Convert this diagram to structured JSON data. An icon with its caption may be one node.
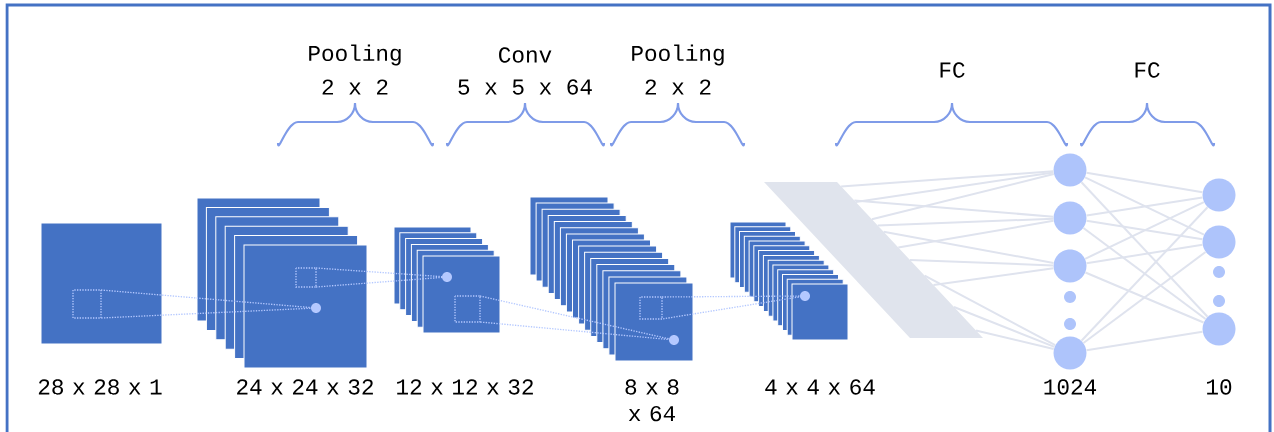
{
  "diagram": {
    "nodes": [
      {
        "text": [],
        "shape": "parallelogram"
      },
      {
        "text": [],
        "shape": "circle"
      },
      {
        "text": [],
        "shape": "circle"
      },
      {
        "text": [],
        "shape": "circle"
      },
      {
        "text": [],
        "shape": "circle"
      },
      {
        "text": [],
        "shape": "circle"
      },
      {
        "text": [],
        "shape": "circle"
      },
      {
        "text": [],
        "shape": "circle"
      }
    ],
    "edges": [
      {
        "from": 0,
        "to": 1,
        "arrow": "none"
      },
      {
        "from": 0,
        "to": 1,
        "arrow": "none"
      },
      {
        "from": 0,
        "to": 1,
        "arrow": "none"
      },
      {
        "from": 0,
        "to": 2,
        "arrow": "none"
      },
      {
        "from": 0,
        "to": 2,
        "arrow": "none"
      },
      {
        "from": 0,
        "to": 2,
        "arrow": "none"
      },
      {
        "from": 0,
        "to": 3,
        "arrow": "none"
      },
      {
        "from": 0,
        "to": 3,
        "arrow": "none"
      },
      {
        "from": 0,
        "to": 3,
        "arrow": "none"
      },
      {
        "from": 0,
        "to": 4,
        "arrow": "none"
      },
      {
        "from": 0,
        "to": 4,
        "arrow": "none"
      },
      {
        "from": 0,
        "to": 4,
        "arrow": "none"
      },
      {
        "from": 1,
        "to": 5,
        "arrow": "none"
      },
      {
        "from": 1,
        "to": 6,
        "arrow": "none"
      },
      {
        "from": 1,
        "to": 7,
        "arrow": "none"
      },
      {
        "from": 2,
        "to": 5,
        "arrow": "none"
      },
      {
        "from": 2,
        "to": 6,
        "arrow": "none"
      },
      {
        "from": 2,
        "to": 7,
        "arrow": "none"
      },
      {
        "from": 3,
        "to": 5,
        "arrow": "none"
      },
      {
        "from": 3,
        "to": 6,
        "arrow": "none"
      },
      {
        "from": 3,
        "to": 7,
        "arrow": "none"
      },
      {
        "from": 4,
        "to": 5,
        "arrow": "none"
      },
      {
        "from": 4,
        "to": 6,
        "arrow": "none"
      },
      {
        "from": 4,
        "to": 7,
        "arrow": "none"
      }
    ],
    "labels": [
      "Pooling",
      "2 x 2",
      "Conv",
      "5 x 5 x 64",
      "Pooling",
      "2 x 2",
      "FC",
      "FC",
      "28 x 28 x 1",
      "24 x 24 x 32",
      "12 x 12 x 32",
      "8 x 8 x 64",
      "4 x 4 x 64",
      "1024",
      "10"
    ]
  }
}
